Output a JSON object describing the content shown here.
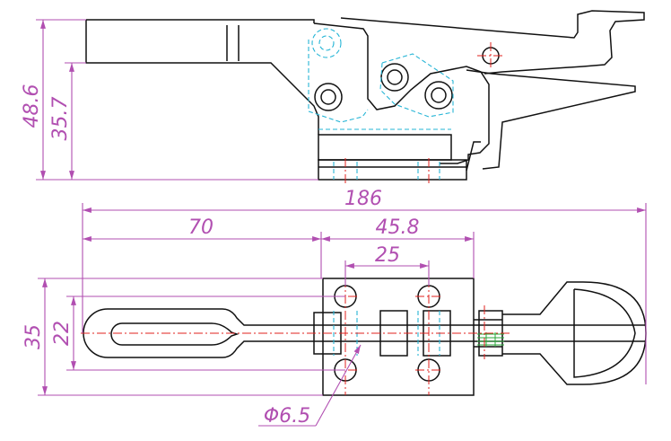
{
  "drawing": {
    "dimensions": {
      "side_height_total": "48.6",
      "side_height_base": "35.7",
      "overall_length": "186",
      "handle_length": "70",
      "base_length": "45.8",
      "hole_spacing": "25",
      "base_width": "35",
      "hole_pitch_width": "22",
      "hole_diameter": "Φ6.5"
    },
    "colors": {
      "outline": "#111111",
      "dimension": "#b14fb1",
      "hidden_line": "#26b5d6",
      "center_line": "#e0201e",
      "hatch": "#2aa83a"
    }
  }
}
